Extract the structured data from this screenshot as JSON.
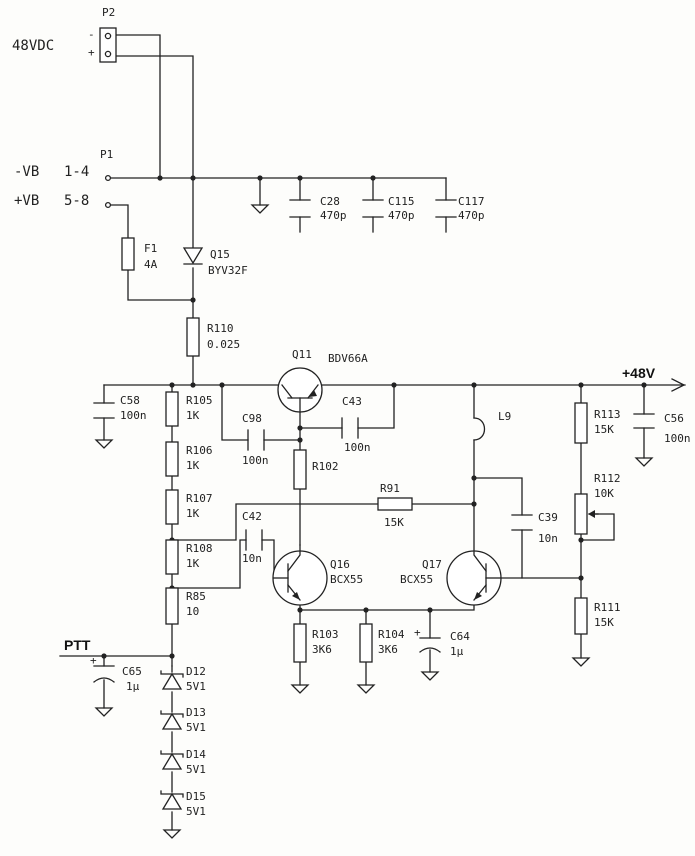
{
  "connectors": {
    "p2": {
      "ref": "P2",
      "label": "48VDC",
      "minus": "-",
      "plus": "+"
    },
    "p1": {
      "ref": "P1",
      "neg_label": "-VB",
      "neg_pins": "1-4",
      "pos_label": "+VB",
      "pos_pins": "5-8"
    }
  },
  "nets": {
    "out": "+48V",
    "ptt": "PTT"
  },
  "components": {
    "f1": {
      "ref": "F1",
      "value": "4A"
    },
    "q15": {
      "ref": "Q15",
      "value": "BYV32F"
    },
    "r110": {
      "ref": "R110",
      "value": "0.025"
    },
    "q11": {
      "ref": "Q11",
      "value": "BDV66A"
    },
    "c28": {
      "ref": "C28",
      "value": "470p"
    },
    "c115": {
      "ref": "C115",
      "value": "470p"
    },
    "c117": {
      "ref": "C117",
      "value": "470p"
    },
    "c58": {
      "ref": "C58",
      "value": "100n"
    },
    "r105": {
      "ref": "R105",
      "value": "1K"
    },
    "r106": {
      "ref": "R106",
      "value": "1K"
    },
    "r107": {
      "ref": "R107",
      "value": "1K"
    },
    "r108": {
      "ref": "R108",
      "value": "1K"
    },
    "r85": {
      "ref": "R85",
      "value": "10"
    },
    "c98": {
      "ref": "C98",
      "value": "100n"
    },
    "c43": {
      "ref": "C43",
      "value": "100n"
    },
    "r102": {
      "ref": "R102"
    },
    "r91": {
      "ref": "R91",
      "value": "15K"
    },
    "c42": {
      "ref": "C42",
      "value": "10n"
    },
    "q16": {
      "ref": "Q16",
      "value": "BCX55"
    },
    "q17": {
      "ref": "Q17",
      "value": "BCX55"
    },
    "l9": {
      "ref": "L9"
    },
    "c39": {
      "ref": "C39",
      "value": "10n"
    },
    "r113": {
      "ref": "R113",
      "value": "15K"
    },
    "c56": {
      "ref": "C56",
      "value": "100n"
    },
    "r112": {
      "ref": "R112",
      "value": "10K"
    },
    "r111": {
      "ref": "R111",
      "value": "15K"
    },
    "r103": {
      "ref": "R103",
      "value": "3K6"
    },
    "r104": {
      "ref": "R104",
      "value": "3K6"
    },
    "c64": {
      "ref": "C64",
      "value": "1µ"
    },
    "c65": {
      "ref": "C65",
      "value": "1µ"
    },
    "d12": {
      "ref": "D12",
      "value": "5V1"
    },
    "d13": {
      "ref": "D13",
      "value": "5V1"
    },
    "d14": {
      "ref": "D14",
      "value": "5V1"
    },
    "d15": {
      "ref": "D15",
      "value": "5V1"
    }
  }
}
